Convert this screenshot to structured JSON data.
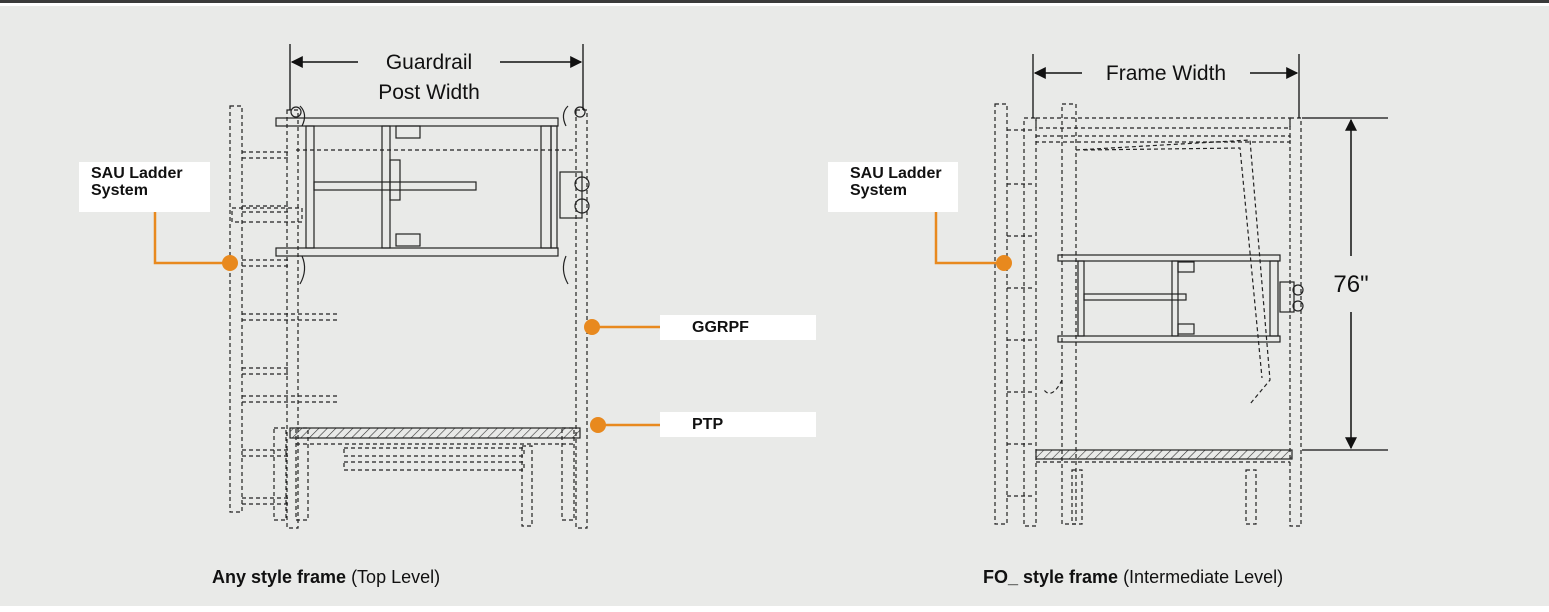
{
  "left_figure": {
    "dimension_label_line1": "Guardrail",
    "dimension_label_line2": "Post Width",
    "callouts": {
      "ladder_line1": "SAU Ladder",
      "ladder_line2": "System",
      "ggrpf": "GGRPF",
      "ptp": "PTP"
    },
    "caption_bold": "Any style frame",
    "caption_rest": " (Top Level)"
  },
  "right_figure": {
    "dimension_label": "Frame Width",
    "height_label": "76\"",
    "callouts": {
      "ladder_line1": "SAU Ladder",
      "ladder_line2": "System"
    },
    "caption_bold": "FO_ style frame",
    "caption_rest": " (Intermediate Level)"
  },
  "colors": {
    "panel_background": "#e9eae8",
    "callout_accent": "#e8891e",
    "line_art": "#222222"
  }
}
